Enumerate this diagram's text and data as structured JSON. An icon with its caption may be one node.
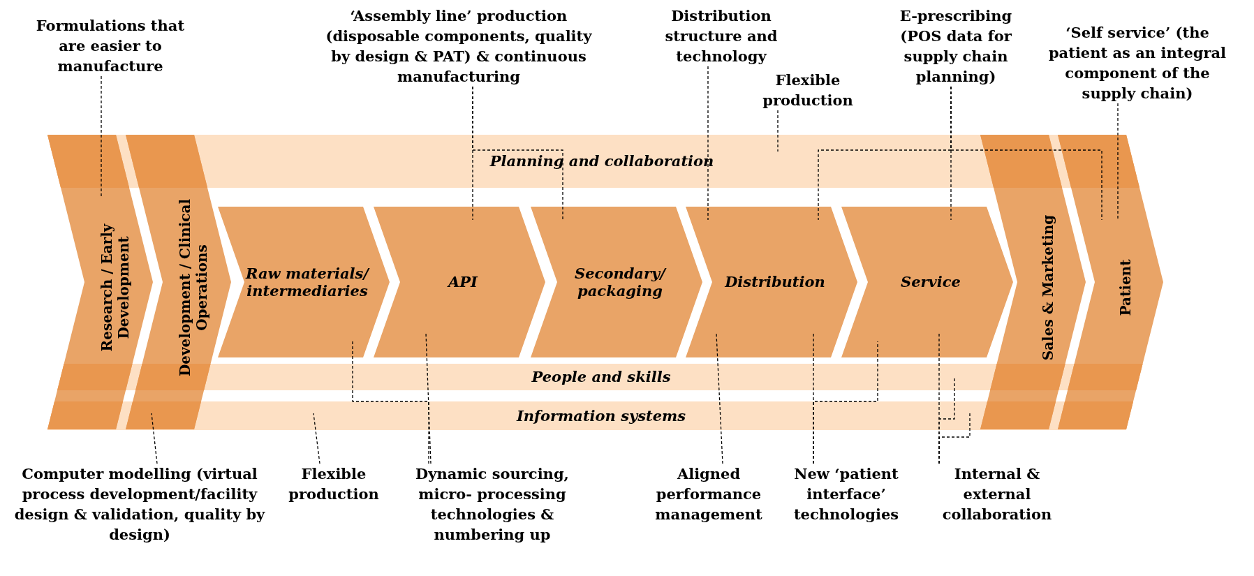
{
  "diagram": {
    "nodes": [
      {
        "text": [
          "Formulations that are easier to manufacture"
        ]
      },
      {
        "text": [
          "‘Assembly line’ production (disposable components, quality by design & PAT) & continuous manufacturing"
        ]
      },
      {
        "text": [
          "Distribution structure and technology"
        ]
      },
      {
        "text": [
          "Flexible production"
        ]
      },
      {
        "text": [
          "E-prescribing (POS data for supply chain planning)"
        ]
      },
      {
        "text": [
          "‘Self service’ (the patient as an integral component of the supply chain)"
        ]
      },
      {
        "text": [
          "Planning and collaboration"
        ]
      },
      {
        "text": [
          "Research / Early Development"
        ]
      },
      {
        "text": [
          "Development / Clinical Operations"
        ]
      },
      {
        "text": [
          "Raw materials/ intermediaries"
        ]
      },
      {
        "text": [
          "API"
        ]
      },
      {
        "text": [
          "Secondary/ packaging"
        ]
      },
      {
        "text": [
          "Distribution"
        ]
      },
      {
        "text": [
          "Service"
        ]
      },
      {
        "text": [
          "Sales & Marketing"
        ]
      },
      {
        "text": [
          "Patient"
        ]
      },
      {
        "text": [
          "People and skills"
        ]
      },
      {
        "text": [
          "Information systems"
        ]
      },
      {
        "text": [
          "Computer modelling (virtual process development/facility design & validation, quality by design)"
        ]
      },
      {
        "text": [
          "Flexible production"
        ]
      },
      {
        "text": [
          "Dynamic sourcing, micro- processing technologies & numbering up"
        ]
      },
      {
        "text": [
          "Aligned performance management"
        ]
      },
      {
        "text": [
          "New ‘patient interface’ technologies"
        ]
      },
      {
        "text": [
          "Internal & external collaboration"
        ]
      }
    ],
    "edges": [
      {
        "from": 0,
        "to": 7,
        "arrow": "none",
        "style": "dashed"
      },
      {
        "from": 1,
        "to": 10,
        "arrow": "none",
        "style": "dashed"
      },
      {
        "from": 1,
        "to": 11,
        "arrow": "none",
        "style": "dashed"
      },
      {
        "from": 2,
        "to": 12,
        "arrow": "none",
        "style": "dashed"
      },
      {
        "from": 3,
        "to": 6,
        "arrow": "none",
        "style": "dashed"
      },
      {
        "from": 4,
        "to": 12,
        "arrow": "none",
        "style": "dashed"
      },
      {
        "from": 4,
        "to": 13,
        "arrow": "none",
        "style": "dashed"
      },
      {
        "from": 4,
        "to": 15,
        "arrow": "none",
        "style": "dashed"
      },
      {
        "from": 5,
        "to": 15,
        "arrow": "none",
        "style": "dashed"
      },
      {
        "from": 18,
        "to": 8,
        "arrow": "none",
        "style": "dashed"
      },
      {
        "from": 19,
        "to": 17,
        "arrow": "none",
        "style": "dashed"
      },
      {
        "from": 20,
        "to": 10,
        "arrow": "none",
        "style": "dashed"
      },
      {
        "from": 20,
        "to": 9,
        "arrow": "none",
        "style": "dashed"
      },
      {
        "from": 21,
        "to": 12,
        "arrow": "none",
        "style": "dashed"
      },
      {
        "from": 22,
        "to": 12,
        "arrow": "none",
        "style": "dashed"
      },
      {
        "from": 22,
        "to": 13,
        "arrow": "none",
        "style": "dashed"
      },
      {
        "from": 23,
        "to": 13,
        "arrow": "none",
        "style": "dashed"
      },
      {
        "from": 23,
        "to": 16,
        "arrow": "none",
        "style": "dashed"
      },
      {
        "from": 23,
        "to": 17,
        "arrow": "none",
        "style": "dashed"
      }
    ]
  }
}
